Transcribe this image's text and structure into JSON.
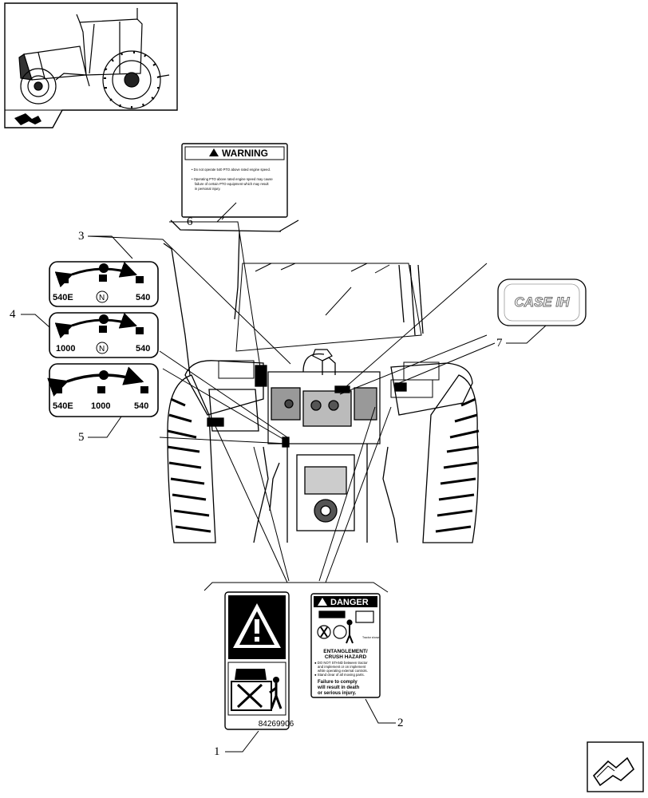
{
  "diagram": {
    "callouts": [
      {
        "id": "1",
        "label": "1"
      },
      {
        "id": "2",
        "label": "2"
      },
      {
        "id": "3",
        "label": "3"
      },
      {
        "id": "4",
        "label": "4"
      },
      {
        "id": "5",
        "label": "5"
      },
      {
        "id": "6",
        "label": "6"
      },
      {
        "id": "7",
        "label": "7"
      }
    ],
    "decal_warning": {
      "title": "WARNING",
      "lines": [
        "• Do not operate 540 PTO above rated engine speed.",
        "• Operating PTO above rated engine speed may cause",
        "failure of certain PTO equipment which may result",
        "in personal injury."
      ]
    },
    "decal_pto_1": {
      "labels": [
        "540E",
        "N",
        "540"
      ]
    },
    "decal_pto_2": {
      "labels": [
        "1000",
        "N",
        "540"
      ]
    },
    "decal_pto_3": {
      "labels": [
        "540E",
        "1000",
        "540"
      ]
    },
    "decal_case_logo": {
      "text": "CASE IH"
    },
    "decal_safety": {
      "part_number": "84269906"
    },
    "decal_danger": {
      "title": "DANGER",
      "small_tag": "Tractor shown",
      "heading_1": "ENTANGLEMENT/",
      "heading_2": "CRUSH HAZARD",
      "bullets": [
        "● DO NOT STAND between tractor",
        "and implement or on implement",
        "while operating external controls.",
        "● Stand clear of all moving parts."
      ],
      "footer": [
        "Failure to comply",
        "will result in death",
        "or serious injury."
      ]
    }
  }
}
